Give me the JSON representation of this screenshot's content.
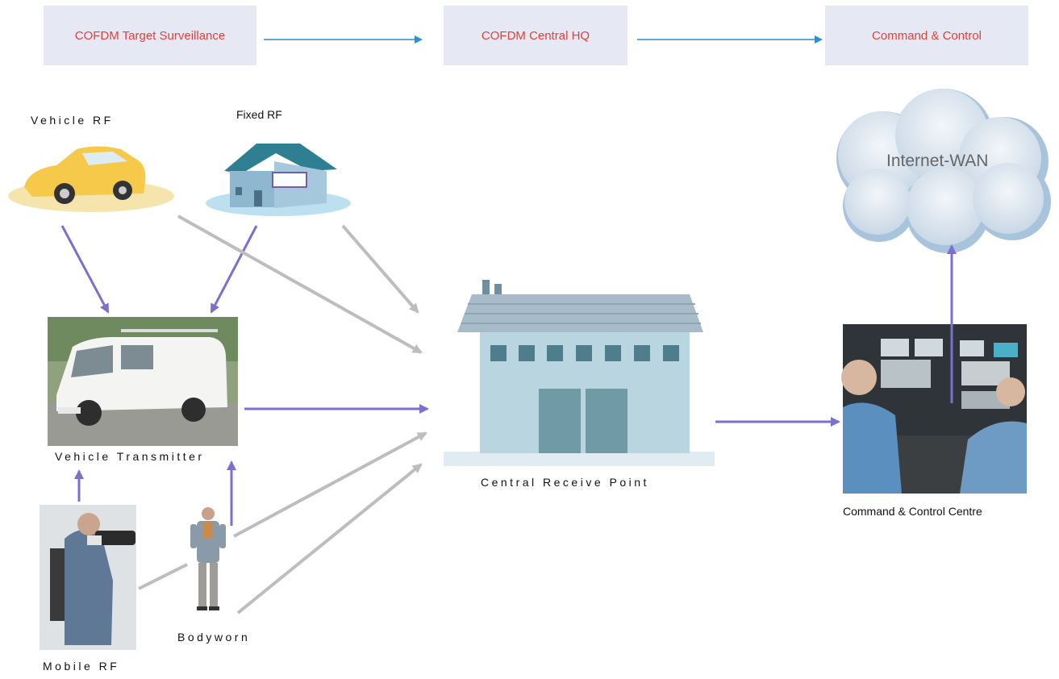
{
  "stages": [
    {
      "label": "COFDM Target Surveillance"
    },
    {
      "label": "COFDM Central HQ"
    },
    {
      "label": "Command & Control"
    }
  ],
  "nodes": {
    "vehicle_rf": "Vehicle RF",
    "fixed_rf": "Fixed RF",
    "vehicle_transmitter": "Vehicle Transmitter",
    "mobile_rf": "Mobile RF",
    "bodyworn": "Bodyworn",
    "central_receive_point": "Central Receive Point",
    "command_control_centre": "Command & Control Centre",
    "internet_wan": "Internet-WAN"
  },
  "colors": {
    "stage_box_bg": "#e6e9f3",
    "stage_text": "#e0413a",
    "stage_arrow": "#2b8fd1",
    "purple_arrow": "#7b6fd0",
    "grey_arrow": "#bdbdbd"
  }
}
